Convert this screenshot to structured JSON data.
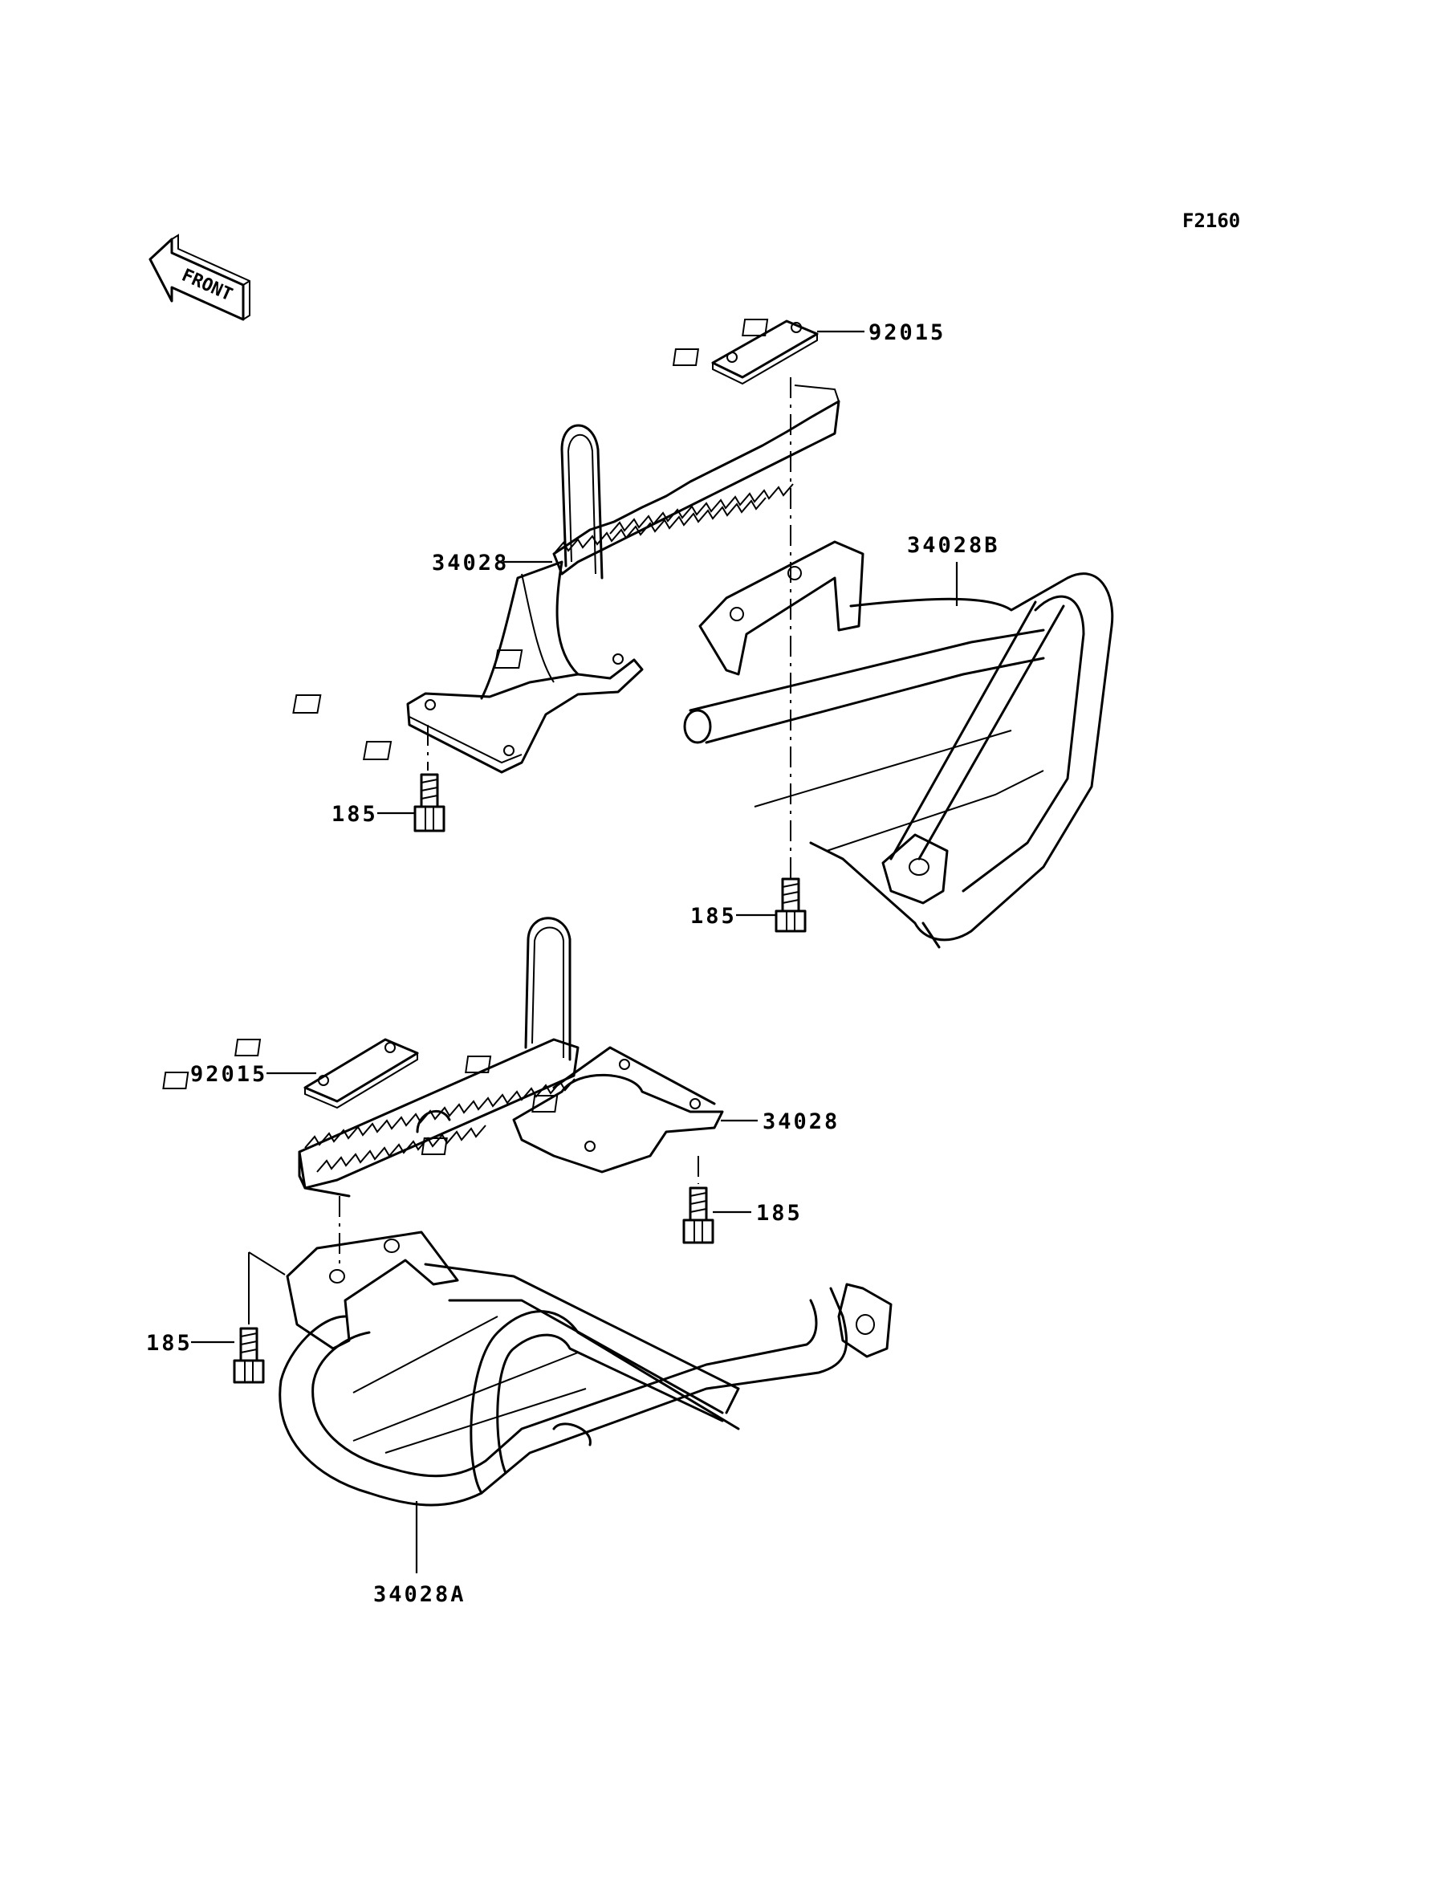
{
  "figure_code": "F2160",
  "front_label": "FRONT",
  "callouts": [
    {
      "id": "c-92015-top",
      "text": "92015"
    },
    {
      "id": "c-34028-top",
      "text": "34028"
    },
    {
      "id": "c-34028B",
      "text": "34028B"
    },
    {
      "id": "c-185-a",
      "text": "185"
    },
    {
      "id": "c-185-b",
      "text": "185"
    },
    {
      "id": "c-92015-bottom",
      "text": "92015"
    },
    {
      "id": "c-34028-bottom",
      "text": "34028"
    },
    {
      "id": "c-185-c",
      "text": "185"
    },
    {
      "id": "c-185-d",
      "text": "185"
    },
    {
      "id": "c-34028A",
      "text": "34028A"
    }
  ]
}
